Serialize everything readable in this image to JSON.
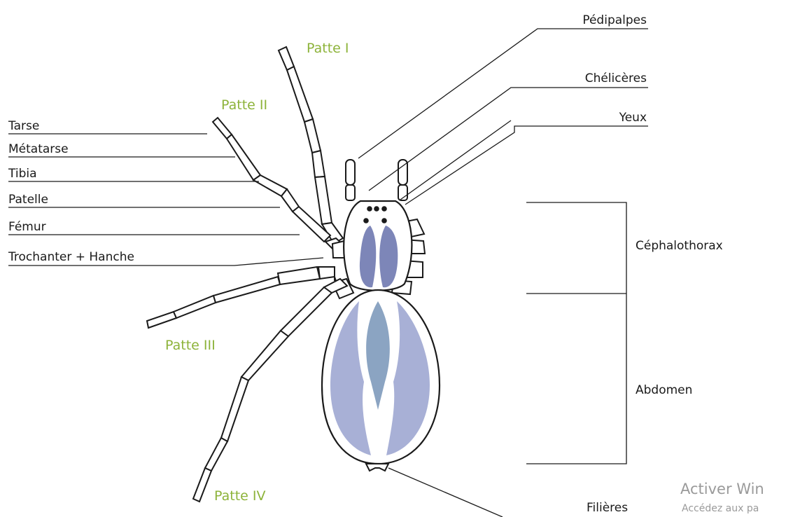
{
  "legs": {
    "leg1": "Patte I",
    "leg2": "Patte II",
    "leg3": "Patte III",
    "leg4": "Patte IV"
  },
  "left_labels": {
    "tarse": "Tarse",
    "metatarse": "Métatarse",
    "tibia": "Tibia",
    "patelle": "Patelle",
    "femur": "Fémur",
    "trochanter": "Trochanter + Hanche"
  },
  "right_labels": {
    "pedipalpes": "Pédipalpes",
    "cheliceres": "Chélicères",
    "yeux": "Yeux",
    "cephalothorax": "Céphalothorax",
    "abdomen": "Abdomen",
    "filieres": "Filières"
  },
  "watermark": {
    "line1": "Activer Win",
    "line2": "Accédez aux pa"
  },
  "colors": {
    "leg_label": "#8db33a",
    "body_fill": "#a8b0d6",
    "dark_fill": "#7d86b8",
    "center_fill": "#8ba4c2",
    "outline": "#1a1a1a"
  }
}
